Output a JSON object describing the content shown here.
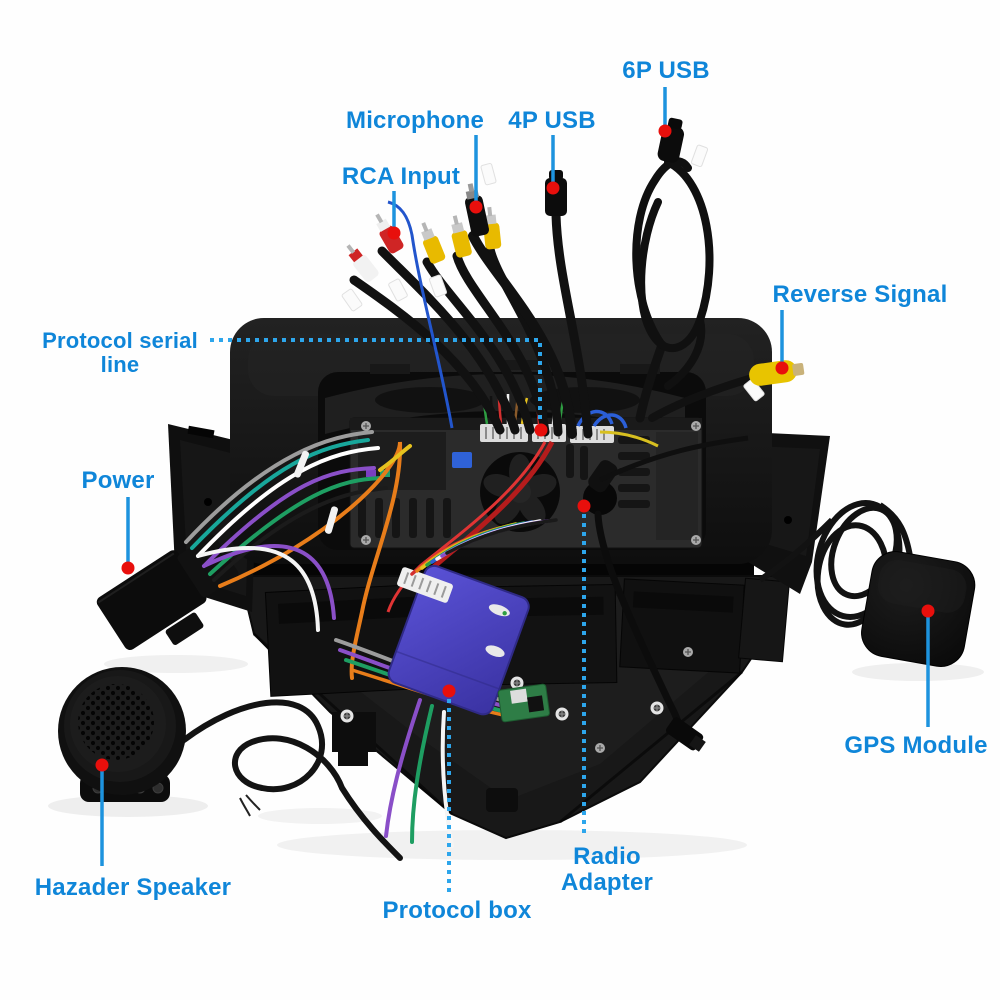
{
  "image_type": "annotated car stereo rear-view product diagram",
  "colors": {
    "label_text": "#0f86d9",
    "leader_solid": "#1d93de",
    "leader_dotted": "#2da6ec",
    "marker_red": "#e80f0c",
    "background": "#fefefe",
    "unit_black": "#161616",
    "protocol_box_indigo": "#4f45c0",
    "reverse_connector_yellow": "#e8c400"
  },
  "annotations": {
    "usb_6p": {
      "label": "6P USB"
    },
    "microphone": {
      "label": "Microphone"
    },
    "usb_4p": {
      "label": "4P USB"
    },
    "rca_input": {
      "label": "RCA Input"
    },
    "reverse_signal": {
      "label": "Reverse Signal"
    },
    "protocol_serial": {
      "line1": "Protocol serial",
      "line2": "line"
    },
    "power": {
      "label": "Power"
    },
    "gps_module": {
      "label": "GPS Module"
    },
    "hazard_speaker": {
      "label": "Hazader Speaker"
    },
    "protocol_box": {
      "label": "Protocol box"
    },
    "radio_adapter": {
      "line1": "Radio",
      "line2": "Adapter"
    }
  }
}
